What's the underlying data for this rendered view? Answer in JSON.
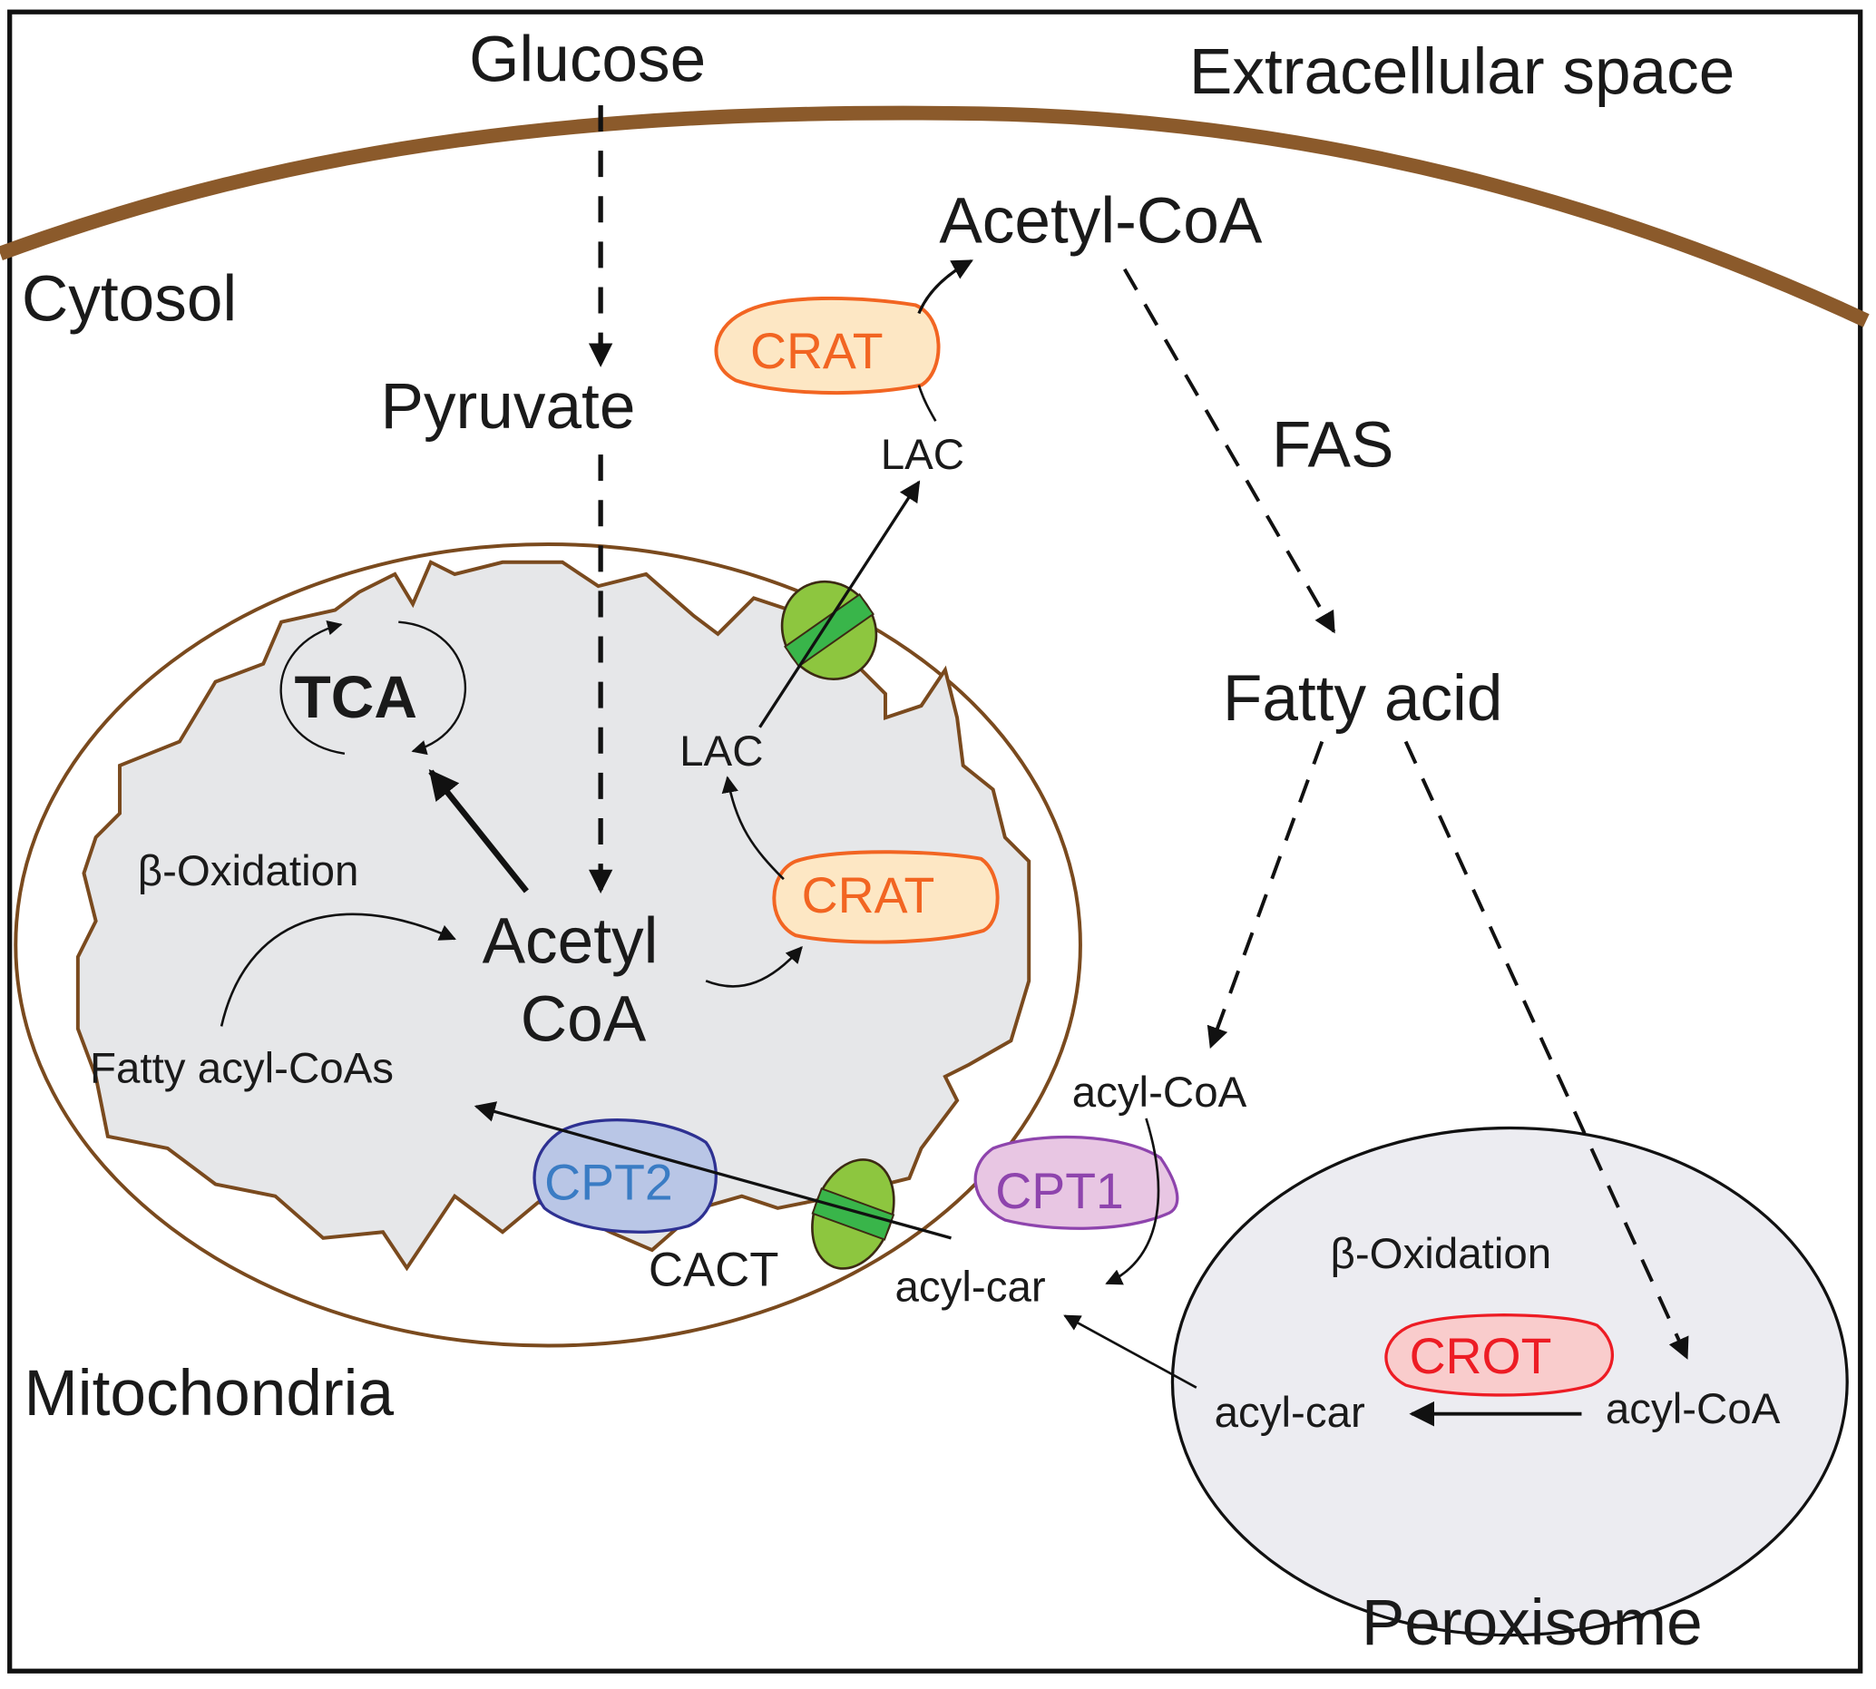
{
  "title": "Carnitine acetyltransferase / acyl-carnitine transport across cellular compartments",
  "compartments": {
    "extracellular": "Extracellular space",
    "cytosol": "Cytosol",
    "mitochondria": "Mitochondria",
    "peroxisome": "Peroxisome"
  },
  "metabolites": {
    "glucose": "Glucose",
    "pyruvate": "Pyruvate",
    "cytosol_acetyl_coa": "Acetyl-CoA",
    "fas": "FAS",
    "fatty_acid": "Fatty acid",
    "cyto_lac": "LAC",
    "mito_lac": "LAC",
    "tca": "TCA",
    "mito_beta_ox": "β-Oxidation",
    "mito_acetyl_line1": "Acetyl",
    "mito_acetyl_line2": "CoA",
    "fatty_acyl_coas": "Fatty acyl-CoAs",
    "cyto_acyl_coa": "acyl-CoA",
    "cyto_acyl_car": "acyl-car",
    "cact": "CACT",
    "perox_beta_ox": "β-Oxidation",
    "perox_acyl_car": "acyl-car",
    "perox_acyl_coa": "acyl-CoA"
  },
  "enzymes": {
    "crat_cyto": {
      "label": "CRAT",
      "stroke": "#f26522",
      "fill": "#fde7c4",
      "text": "#f26522"
    },
    "crat_mito": {
      "label": "CRAT",
      "stroke": "#f26522",
      "fill": "#fde7c4",
      "text": "#f26522"
    },
    "cpt2": {
      "label": "CPT2",
      "stroke": "#2e3192",
      "fill": "#b9c6e6",
      "text": "#3a7cc4"
    },
    "cpt1": {
      "label": "CPT1",
      "stroke": "#8e44ad",
      "fill": "#e8c6e3",
      "text": "#8e44ad"
    },
    "crot": {
      "label": "CROT",
      "stroke": "#ed1c24",
      "fill": "#f9cccc",
      "text": "#ed1c24"
    }
  },
  "colors": {
    "membrane": "#8b5a2b",
    "matrix_fill": "#e6e7e9",
    "perox_fill": "#ececf1",
    "transporter_light": "#8dc63f",
    "transporter_dark": "#39b54a",
    "beta_symbol": "#2b6cb0"
  }
}
